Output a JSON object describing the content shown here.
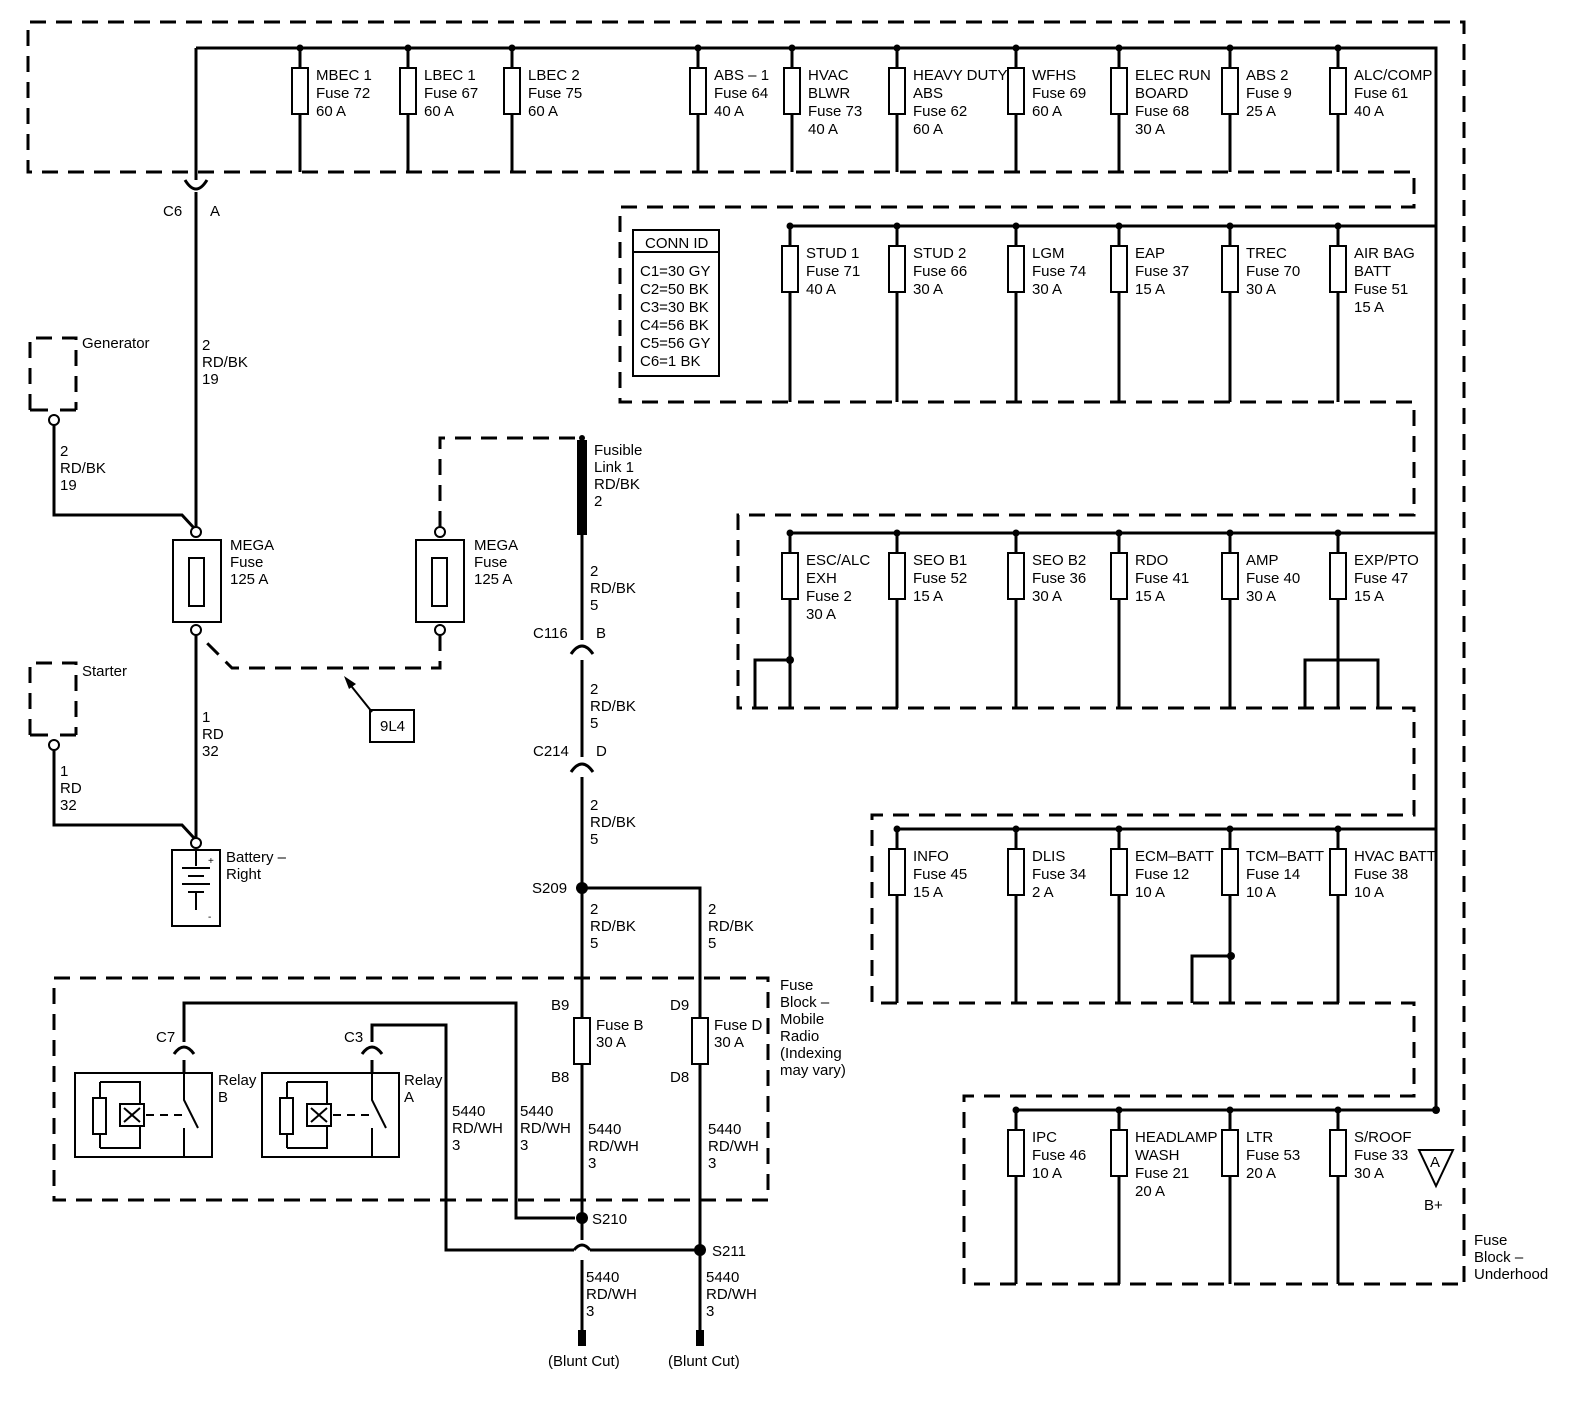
{
  "fuse_rows": [
    [
      {
        "lines": [
          "MBEC 1",
          "Fuse 72",
          "60 A"
        ]
      },
      {
        "lines": [
          "LBEC 1",
          "Fuse 67",
          "60 A"
        ]
      },
      {
        "lines": [
          "LBEC 2",
          "Fuse 75",
          "60 A"
        ]
      },
      {
        "lines": [
          "ABS – 1",
          "Fuse 64",
          "40 A"
        ]
      },
      {
        "lines": [
          "HVAC",
          "BLWR",
          "Fuse 73",
          "40 A"
        ]
      },
      {
        "lines": [
          "HEAVY DUTY",
          "ABS",
          "Fuse 62",
          "60 A"
        ]
      },
      {
        "lines": [
          "WFHS",
          "Fuse 69",
          "60 A"
        ]
      },
      {
        "lines": [
          "ELEC RUN",
          "BOARD",
          "Fuse 68",
          "30 A"
        ]
      },
      {
        "lines": [
          "ABS 2",
          "Fuse 9",
          "25 A"
        ]
      },
      {
        "lines": [
          "ALC/COMP",
          "Fuse 61",
          "40 A"
        ]
      }
    ],
    [
      {
        "lines": [
          "STUD 1",
          "Fuse 71",
          "40 A"
        ]
      },
      {
        "lines": [
          "STUD 2",
          "Fuse 66",
          "30 A"
        ]
      },
      {
        "lines": [
          "LGM",
          "Fuse 74",
          "30 A"
        ]
      },
      {
        "lines": [
          "EAP",
          "Fuse 37",
          "15 A"
        ]
      },
      {
        "lines": [
          "TREC",
          "Fuse 70",
          "30 A"
        ]
      },
      {
        "lines": [
          "AIR BAG",
          "BATT",
          "Fuse 51",
          "15 A"
        ]
      }
    ],
    [
      {
        "lines": [
          "ESC/ALC",
          "EXH",
          "Fuse 2",
          "30 A"
        ]
      },
      {
        "lines": [
          "SEO B1",
          "Fuse 52",
          "15 A"
        ]
      },
      {
        "lines": [
          "SEO B2",
          "Fuse 36",
          "30 A"
        ]
      },
      {
        "lines": [
          "RDO",
          "Fuse 41",
          "15 A"
        ]
      },
      {
        "lines": [
          "AMP",
          "Fuse 40",
          "30 A"
        ]
      },
      {
        "lines": [
          "EXP/PTO",
          "Fuse 47",
          "15 A"
        ]
      }
    ],
    [
      {
        "lines": [
          "INFO",
          "Fuse 45",
          "15 A"
        ]
      },
      {
        "lines": [
          "DLIS",
          "Fuse 34",
          "2 A"
        ]
      },
      {
        "lines": [
          "ECM–BATT",
          "Fuse 12",
          "10 A"
        ]
      },
      {
        "lines": [
          "TCM–BATT",
          "Fuse 14",
          "10 A"
        ]
      },
      {
        "lines": [
          "HVAC BATT",
          "Fuse 38",
          "10 A"
        ]
      }
    ],
    [
      {
        "lines": [
          "IPC",
          "Fuse 46",
          "10 A"
        ]
      },
      {
        "lines": [
          "HEADLAMP",
          "WASH",
          "Fuse 21",
          "20 A"
        ]
      },
      {
        "lines": [
          "LTR",
          "Fuse 53",
          "20 A"
        ]
      },
      {
        "lines": [
          "S/ROOF",
          "Fuse 33",
          "30 A"
        ]
      }
    ]
  ],
  "conn_id": {
    "title": "CONN ID",
    "entries": [
      "C1=30 GY",
      "C2=50 BK",
      "C3=30 BK",
      "C4=56 BK",
      "C5=56 GY",
      "C6=1 BK"
    ]
  },
  "connector_c6": {
    "name": "C6",
    "pin": "A"
  },
  "wire_gen_to_mega": [
    "2",
    "RD/BK",
    "19"
  ],
  "wire_c6_to_mega": [
    "2",
    "RD/BK",
    "19"
  ],
  "generator": "Generator",
  "starter": "Starter",
  "wire_starter": [
    "1",
    "RD",
    "32"
  ],
  "wire_mega_to_batt": [
    "1",
    "RD",
    "32"
  ],
  "mega_fuse_1": [
    "MEGA",
    "Fuse",
    "125 A"
  ],
  "mega_fuse_2": [
    "MEGA",
    "Fuse",
    "125 A"
  ],
  "battery": [
    "Battery –",
    "Right"
  ],
  "ref_box": "9L4",
  "fusible_link": [
    "Fusible",
    "Link 1",
    "RD/BK",
    "2"
  ],
  "wire_fl_c116": [
    "2",
    "RD/BK",
    "5"
  ],
  "connector_c116": {
    "name": "C116",
    "pin": "B"
  },
  "wire_c116_c214": [
    "2",
    "RD/BK",
    "5"
  ],
  "connector_c214": {
    "name": "C214",
    "pin": "D"
  },
  "wire_c214_s209": [
    "2",
    "RD/BK",
    "5"
  ],
  "splice_s209": "S209",
  "wire_s209_b": [
    "2",
    "RD/BK",
    "5"
  ],
  "wire_s209_d": [
    "2",
    "RD/BK",
    "5"
  ],
  "fuse_block_mobile": [
    "Fuse",
    "Block –",
    "Mobile",
    "Radio",
    "(Indexing",
    "may vary)"
  ],
  "pin_b9": "B9",
  "pin_b8": "B8",
  "pin_d9": "D9",
  "pin_d8": "D8",
  "fuse_b": [
    "Fuse B",
    "30 A"
  ],
  "fuse_d": [
    "Fuse D",
    "30 A"
  ],
  "connector_c7": "C7",
  "connector_c3": "C3",
  "relay_b": [
    "Relay",
    "B"
  ],
  "relay_a": [
    "Relay",
    "A"
  ],
  "wire_relay_a": [
    "5440",
    "RD/WH",
    "3"
  ],
  "wire_relay_b": [
    "5440",
    "RD/WH",
    "3"
  ],
  "wire_fuse_b_out": [
    "5440",
    "RD/WH",
    "3"
  ],
  "wire_fuse_d_out": [
    "5440",
    "RD/WH",
    "3"
  ],
  "splice_s210": "S210",
  "splice_s211": "S211",
  "wire_out_1": [
    "5440",
    "RD/WH",
    "3"
  ],
  "wire_out_2": [
    "5440",
    "RD/WH",
    "3"
  ],
  "blunt_cut_1": "(Blunt Cut)",
  "blunt_cut_2": "(Blunt Cut)",
  "b_plus_marker": {
    "letter": "A",
    "label": "B+"
  },
  "fuse_block_underhood": [
    "Fuse",
    "Block –",
    "Underhood"
  ]
}
